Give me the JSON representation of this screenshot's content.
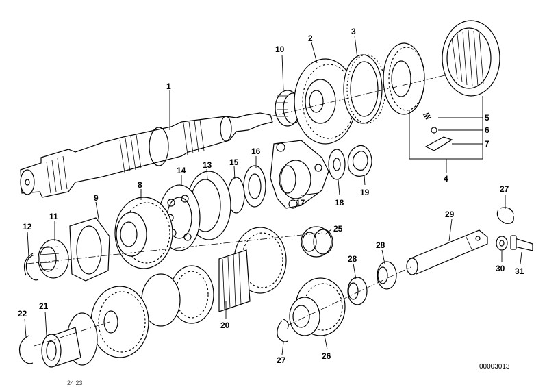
{
  "diagram": {
    "title": "Transmission gear set exploded view",
    "reference_number": "00003013",
    "footer_fragment": "24 23",
    "part_labels": [
      {
        "id": "1",
        "text": "1"
      },
      {
        "id": "2",
        "text": "2"
      },
      {
        "id": "3",
        "text": "3"
      },
      {
        "id": "4",
        "text": "4"
      },
      {
        "id": "5",
        "text": "5"
      },
      {
        "id": "6",
        "text": "6"
      },
      {
        "id": "7",
        "text": "7"
      },
      {
        "id": "8",
        "text": "8"
      },
      {
        "id": "9",
        "text": "9"
      },
      {
        "id": "10",
        "text": "10"
      },
      {
        "id": "11",
        "text": "11"
      },
      {
        "id": "12",
        "text": "12"
      },
      {
        "id": "13",
        "text": "13"
      },
      {
        "id": "14",
        "text": "14"
      },
      {
        "id": "15",
        "text": "15"
      },
      {
        "id": "16",
        "text": "16"
      },
      {
        "id": "17",
        "text": "17"
      },
      {
        "id": "18",
        "text": "18"
      },
      {
        "id": "19",
        "text": "19"
      },
      {
        "id": "20",
        "text": "20"
      },
      {
        "id": "21",
        "text": "21"
      },
      {
        "id": "22",
        "text": "22"
      },
      {
        "id": "25",
        "text": "25"
      },
      {
        "id": "26",
        "text": "26"
      },
      {
        "id": "27a",
        "text": "27"
      },
      {
        "id": "27b",
        "text": "27"
      },
      {
        "id": "28a",
        "text": "28"
      },
      {
        "id": "28b",
        "text": "28"
      },
      {
        "id": "29",
        "text": "29"
      },
      {
        "id": "30",
        "text": "30"
      },
      {
        "id": "31",
        "text": "31"
      }
    ]
  }
}
